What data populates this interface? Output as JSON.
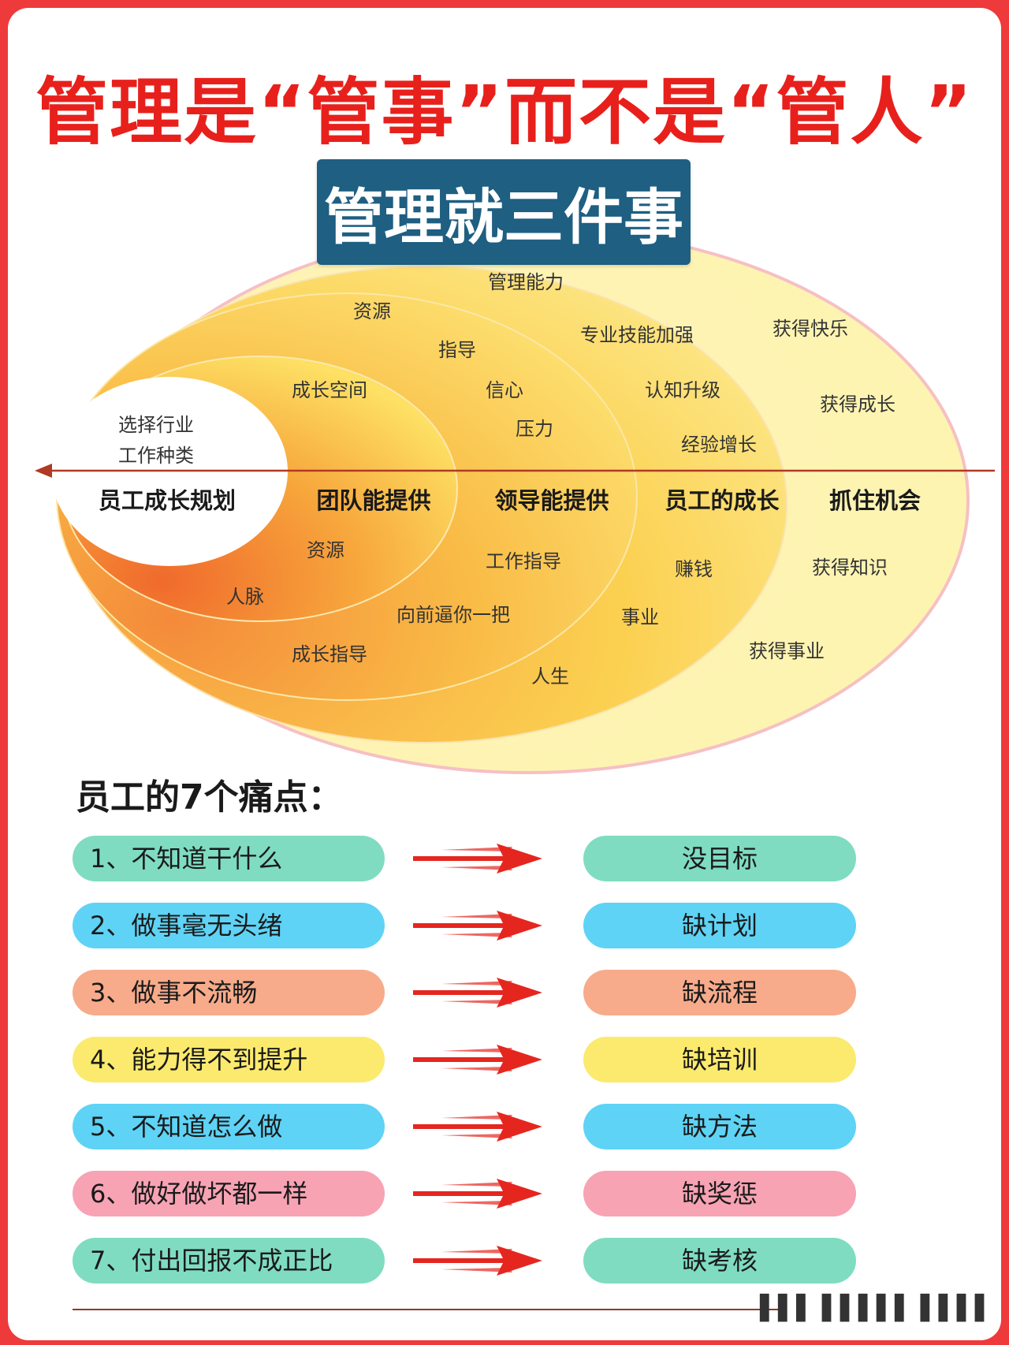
{
  "title": "管理是“管事”而不是“管人”",
  "banner": "管理就三件事",
  "diagram": {
    "ring_labels": [
      "员工成长规划",
      "团队能提供",
      "领导能提供",
      "员工的成长",
      "抓住机会"
    ],
    "terms": {
      "t1": "管理能力",
      "t2": "资源",
      "t3": "专业技能加强",
      "t4": "获得快乐",
      "t5": "指导",
      "t6": "成长空间",
      "t7": "信心",
      "t8": "认知升级",
      "t9": "获得成长",
      "t10": "选择行业",
      "t11": "工作种类",
      "t12": "压力",
      "t13": "经验增长",
      "t14": "资源",
      "t15": "工作指导",
      "t16": "赚钱",
      "t17": "获得知识",
      "t18": "人脉",
      "t19": "向前逼你一把",
      "t20": "事业",
      "t21": "成长指导",
      "t22": "获得事业",
      "t23": "人生"
    },
    "colors": {
      "inner_orange": "#f4782d",
      "outer_yellow": "#fdf3a6",
      "axis": "#b03a24"
    }
  },
  "pain_title": "员工的7个痛点：",
  "pain_points": [
    {
      "left": "1、不知道干什么",
      "right": "没目标",
      "color": "#7fdcc0"
    },
    {
      "left": "2、做事毫无头绪",
      "right": "缺计划",
      "color": "#5ed3f5"
    },
    {
      "left": "3、做事不流畅",
      "right": "缺流程",
      "color": "#f7ab8a"
    },
    {
      "left": "4、能力得不到提升",
      "right": "缺培训",
      "color": "#fbea6d"
    },
    {
      "left": "5、不知道怎么做",
      "right": "缺方法",
      "color": "#5ed3f5"
    },
    {
      "left": "6、做好做坏都一样",
      "right": "缺奖惩",
      "color": "#f7a3b4"
    },
    {
      "left": "7、付出回报不成正比",
      "right": "缺考核",
      "color": "#7fdcc0"
    }
  ],
  "watermark": "▌▌▌ ▌▌▌▌▌ ▌▌▌▌"
}
